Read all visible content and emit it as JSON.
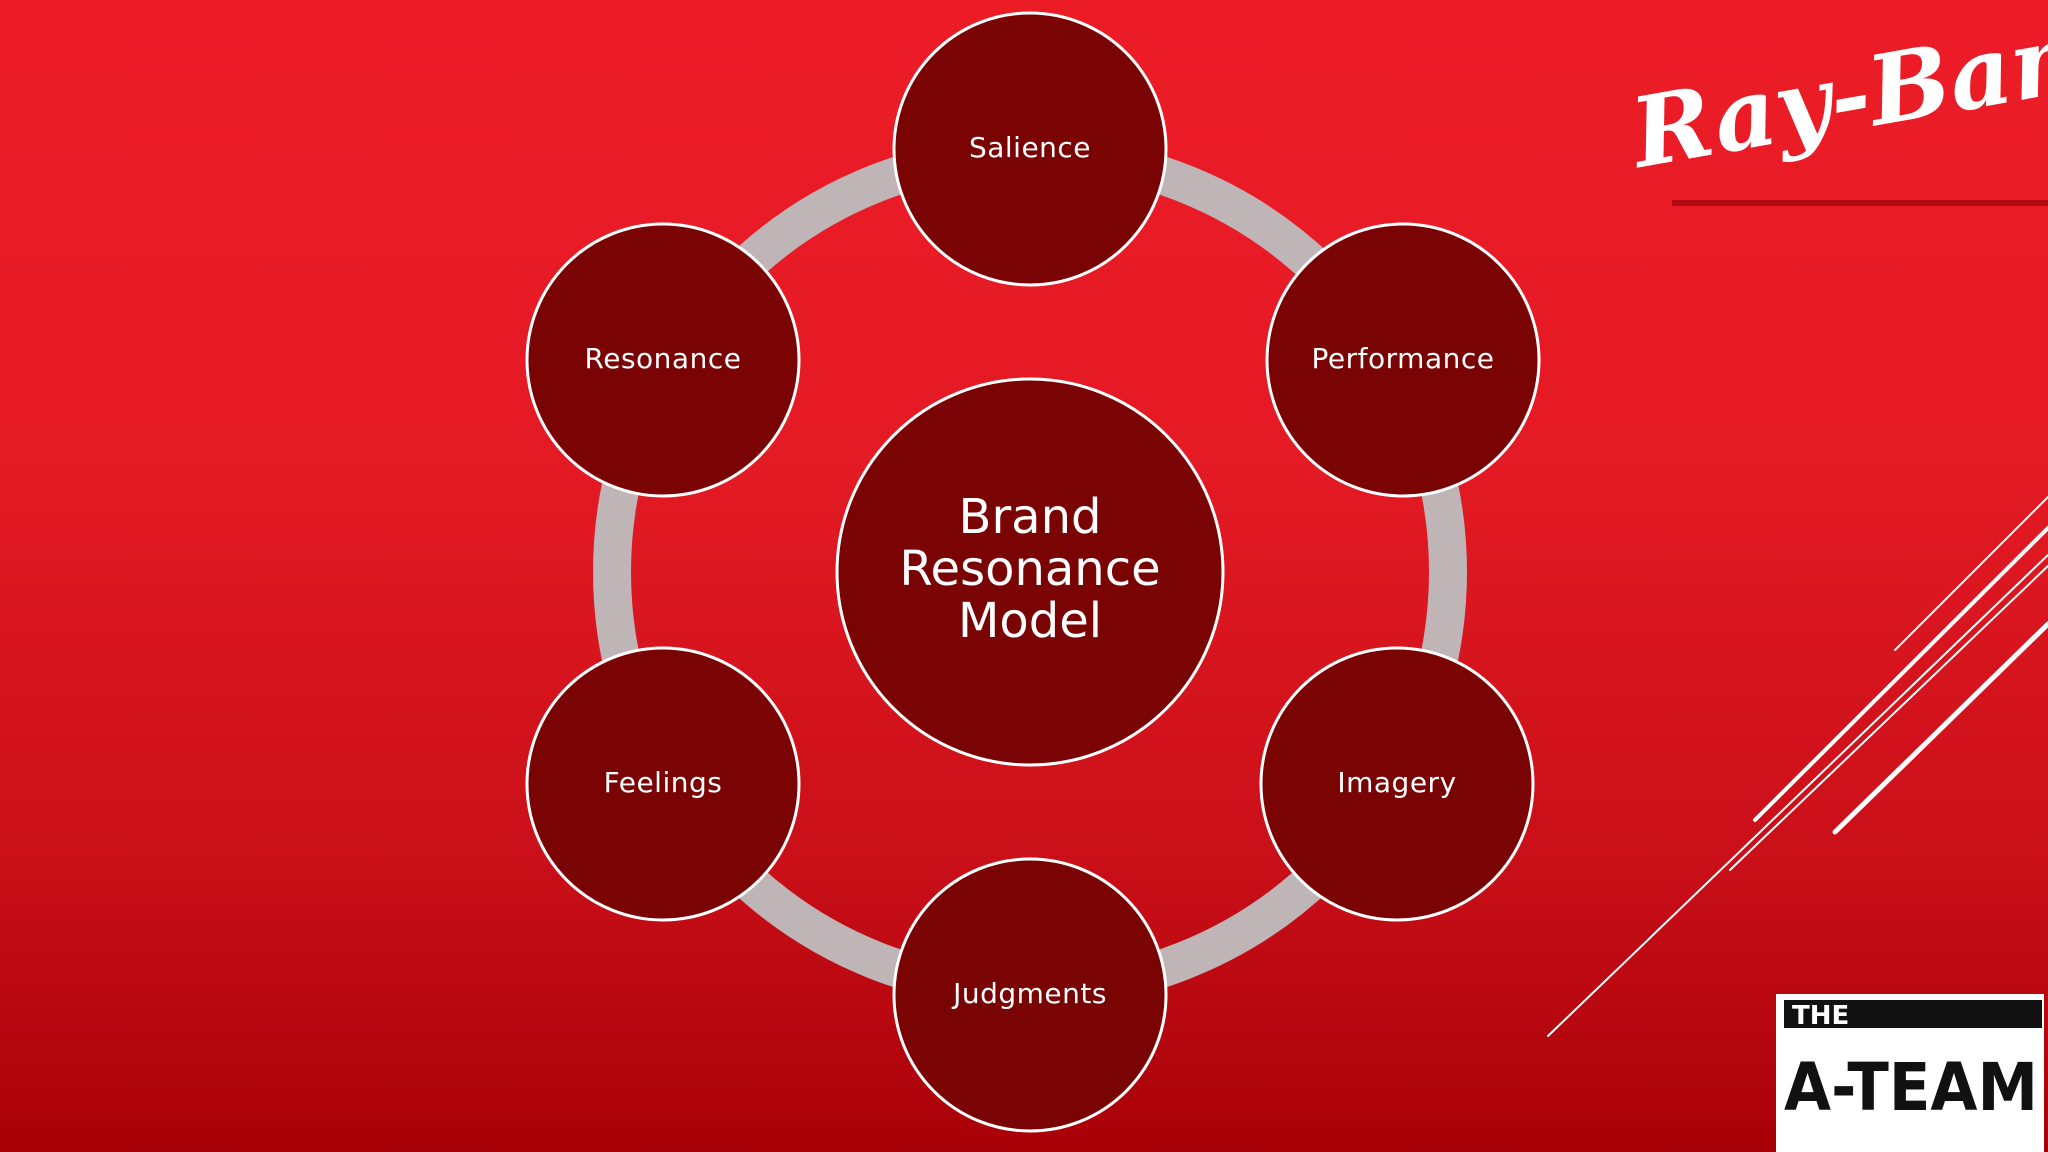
{
  "diagram": {
    "center": {
      "lines": [
        "Brand",
        "Resonance",
        "Model"
      ]
    },
    "nodes": [
      {
        "id": "salience",
        "label": "Salience"
      },
      {
        "id": "performance",
        "label": "Performance"
      },
      {
        "id": "imagery",
        "label": "Imagery"
      },
      {
        "id": "judgments",
        "label": "Judgments"
      },
      {
        "id": "feelings",
        "label": "Feelings"
      },
      {
        "id": "resonance",
        "label": "Resonance"
      }
    ]
  },
  "brand_logo": {
    "text": "Ray-Ban"
  },
  "team_logo": {
    "top_text": "THE",
    "bottom_text": "A-TEAM"
  },
  "colors": {
    "background_top": "#ec1c27",
    "background_bottom": "#a80008",
    "circle_fill": "#7a0304",
    "circle_stroke": "#ffffff",
    "ring": "#bfb4b6",
    "text": "#ffffff"
  }
}
